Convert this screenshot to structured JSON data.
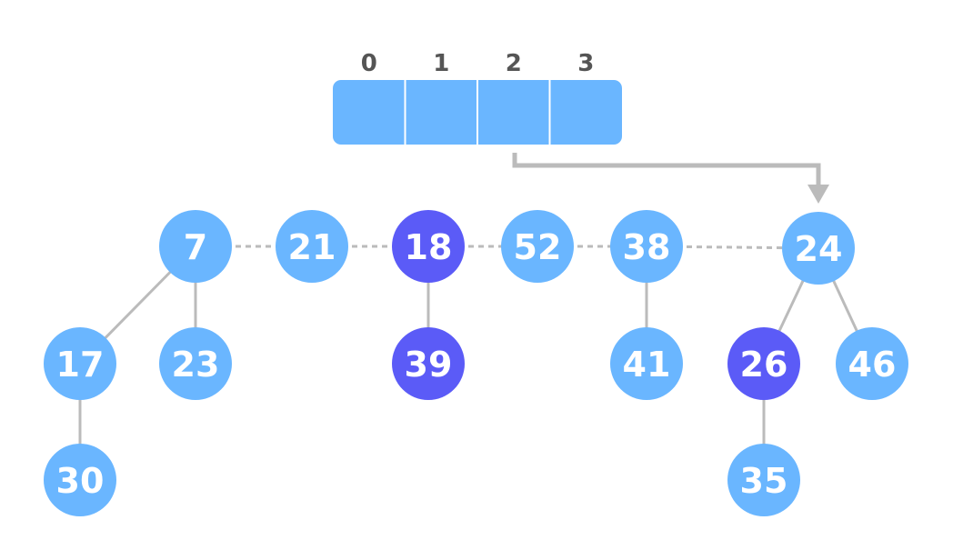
{
  "colors": {
    "node": "#6ab6ff",
    "highlight": "#5b5bf7",
    "edge": "#bbbbbb",
    "cell": "#6ab6ff",
    "index_text": "#555555",
    "node_text": "#ffffff"
  },
  "array": {
    "indices": [
      "0",
      "1",
      "2",
      "3"
    ],
    "pointer_from_index": "2",
    "pointer_to_node": "24"
  },
  "nodes": [
    {
      "id": "n7",
      "label": "7",
      "highlighted": false
    },
    {
      "id": "n21",
      "label": "21",
      "highlighted": false
    },
    {
      "id": "n18",
      "label": "18",
      "highlighted": true
    },
    {
      "id": "n52",
      "label": "52",
      "highlighted": false
    },
    {
      "id": "n38",
      "label": "38",
      "highlighted": false
    },
    {
      "id": "n24",
      "label": "24",
      "highlighted": false
    },
    {
      "id": "n17",
      "label": "17",
      "highlighted": false
    },
    {
      "id": "n23",
      "label": "23",
      "highlighted": false
    },
    {
      "id": "n39",
      "label": "39",
      "highlighted": true
    },
    {
      "id": "n41",
      "label": "41",
      "highlighted": false
    },
    {
      "id": "n26",
      "label": "26",
      "highlighted": true
    },
    {
      "id": "n46",
      "label": "46",
      "highlighted": false
    },
    {
      "id": "n30",
      "label": "30",
      "highlighted": false
    },
    {
      "id": "n35",
      "label": "35",
      "highlighted": false
    }
  ],
  "root_list": [
    "n7",
    "n21",
    "n18",
    "n52",
    "n38",
    "n24"
  ],
  "edges": [
    [
      "n7",
      "n17"
    ],
    [
      "n7",
      "n23"
    ],
    [
      "n17",
      "n30"
    ],
    [
      "n18",
      "n39"
    ],
    [
      "n38",
      "n41"
    ],
    [
      "n24",
      "n26"
    ],
    [
      "n24",
      "n46"
    ],
    [
      "n26",
      "n35"
    ]
  ]
}
